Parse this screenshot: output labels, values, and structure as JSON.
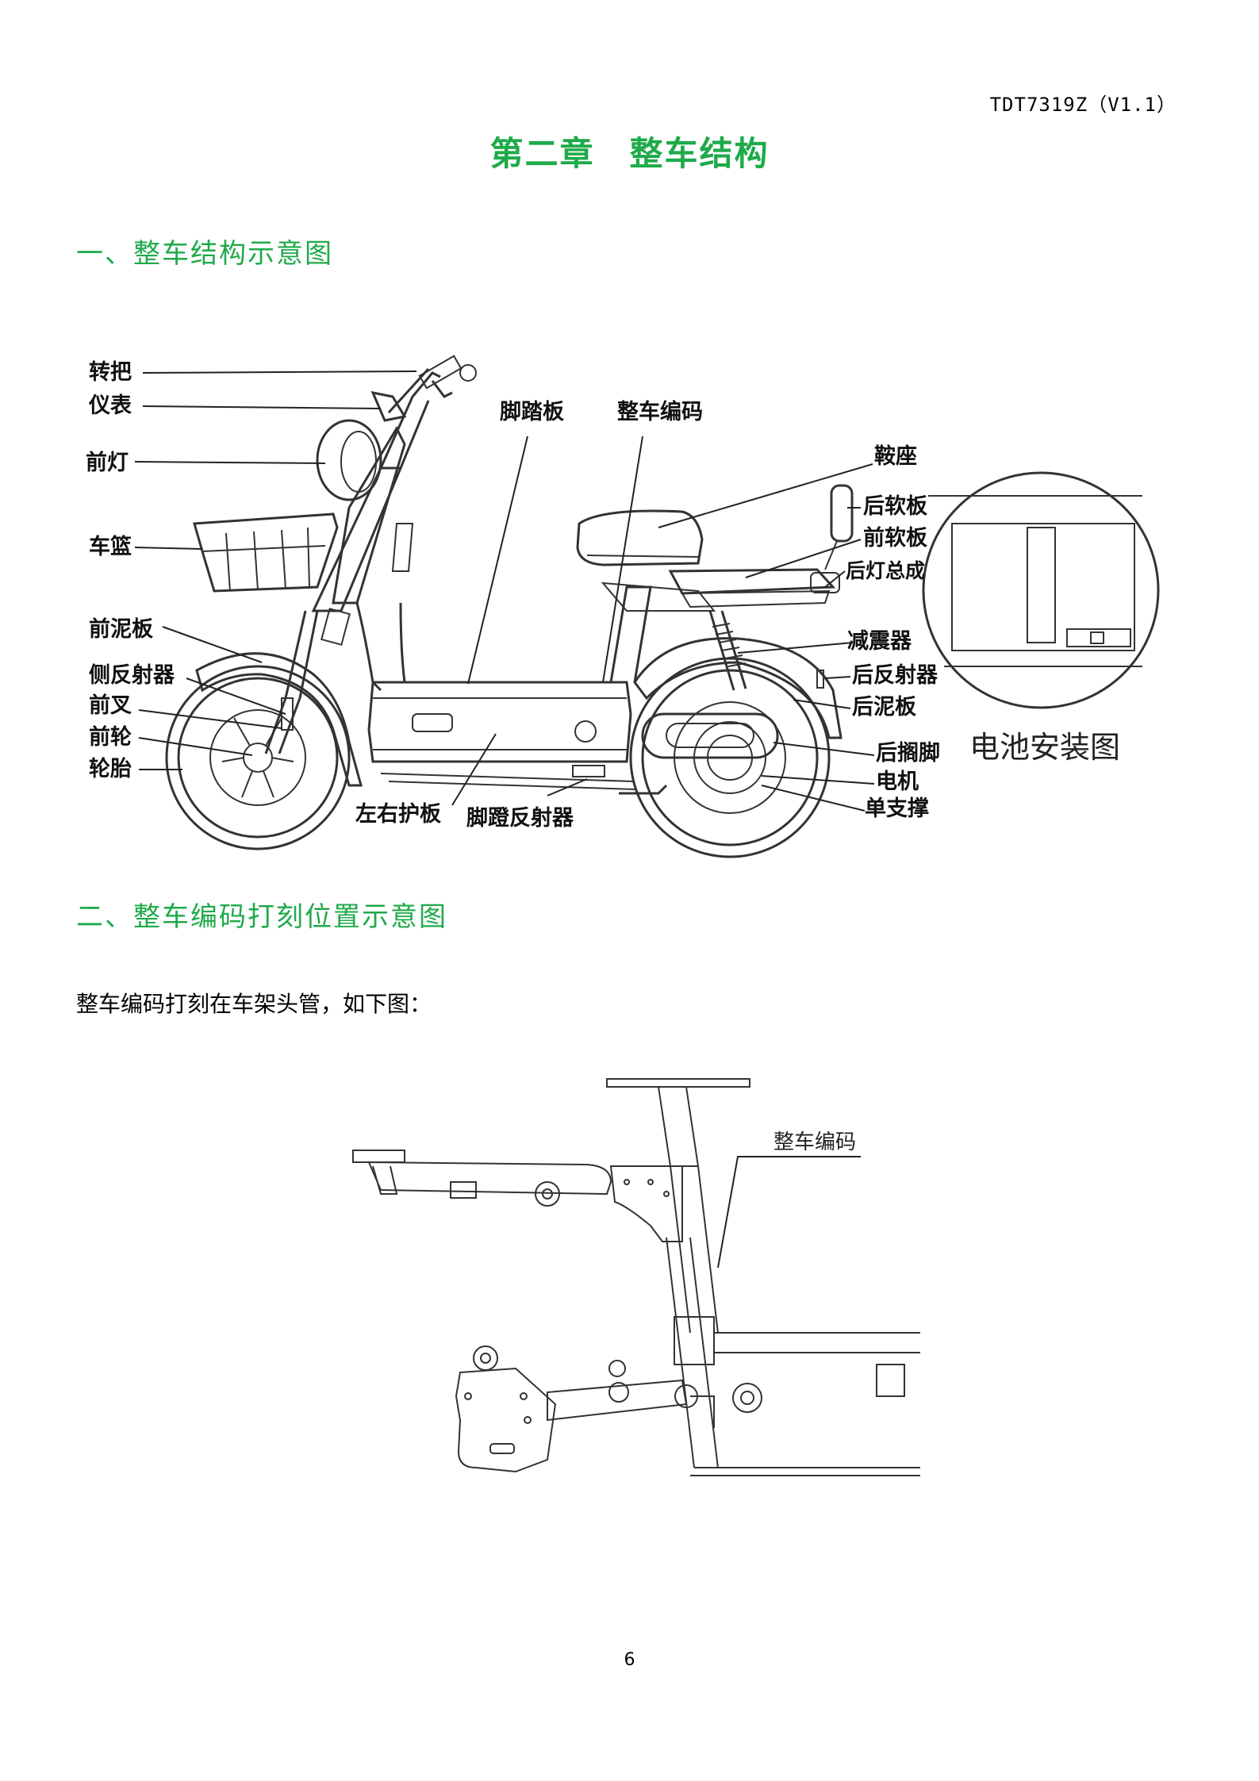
{
  "header": {
    "doc_code": "TDT7319Z（V1.1）"
  },
  "chapter": {
    "number": "第二章",
    "title": "整车结构"
  },
  "section1": {
    "title": "一、整车结构示意图"
  },
  "scooter_labels": {
    "throttle": "转把",
    "meter": "仪表",
    "headlight": "前灯",
    "basket": "车篮",
    "front_fender": "前泥板",
    "side_reflector": "侧反射器",
    "front_fork": "前叉",
    "front_wheel": "前轮",
    "tire": "轮胎",
    "footboard": "脚踏板",
    "vin": "整车编码",
    "saddle": "鞍座",
    "rear_backrest": "后软板",
    "front_backrest": "前软板",
    "taillight": "后灯总成",
    "shock": "减震器",
    "rear_reflector": "后反射器",
    "rear_fender": "后泥板",
    "rear_footrest": "后搁脚",
    "motor": "电机",
    "kickstand": "单支撑",
    "side_panel": "左右护板",
    "pedal_reflector": "脚蹬反射器",
    "battery_install": "电池安装图"
  },
  "section2": {
    "title": "二、整车编码打刻位置示意图"
  },
  "intro_text": "整车编码打刻在车架头管，如下图：",
  "frame_label": "整车编码",
  "page_number": "6"
}
